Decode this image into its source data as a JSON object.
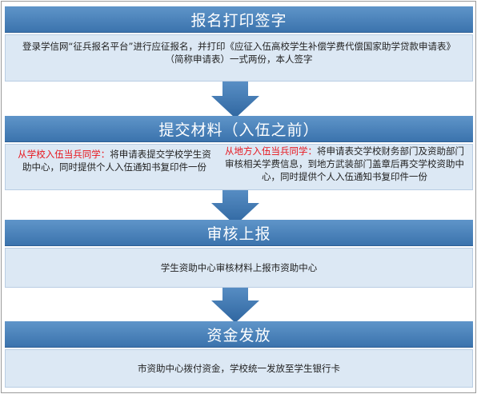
{
  "steps": [
    {
      "title": "报名打印签字",
      "text": "登录学信网“征兵报名平台”进行应征报名，并打印《应征入伍高校学生补偿学费代偿国家助学贷款申请表》（简称申请表）一式两份，本人签字"
    },
    {
      "title": "提交材料（入伍之前）",
      "left_label": "从学校入伍当兵同学：",
      "left_text": "将申请表提交学校学生资助中心，同时提供个人入伍通知书复印件一份",
      "right_label": "从地方入伍当兵同学：",
      "right_text": "将申请表交学校财务部门及资助部门审核相关学费信息，到地方武装部门盖章后再交学校资助中心，同时提供个人入伍通知书复印件一份"
    },
    {
      "title": "审核上报",
      "text": "学生资助中心审核材料上报市资助中心"
    },
    {
      "title": "资金发放",
      "text": "市资助中心拨付资金，学校统一发放至学生银行卡"
    }
  ],
  "colors": {
    "header": "#4a82bc",
    "arrow": "#3e77b2",
    "box": "#dce8f4",
    "highlight": "#e8141b"
  }
}
